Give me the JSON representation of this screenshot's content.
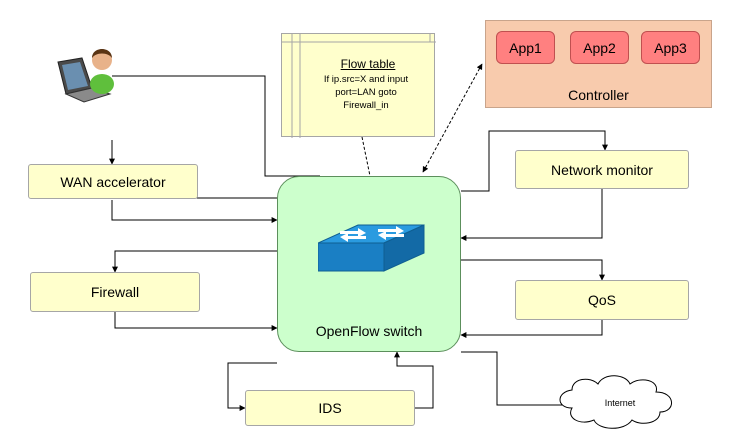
{
  "controller": {
    "label": "Controller",
    "apps": [
      "App1",
      "App2",
      "App3"
    ]
  },
  "flow_table": {
    "title": "Flow table",
    "rule": "If ip.src=X and input\nport=LAN goto\nFirewall_in"
  },
  "switch": {
    "label": "OpenFlow switch"
  },
  "middleboxes": {
    "wan_accelerator": "WAN accelerator",
    "firewall": "Firewall",
    "ids": "IDS",
    "network_monitor": "Network monitor",
    "qos": "QoS"
  },
  "internet": {
    "label": "Internet"
  },
  "colors": {
    "box_fill": "#ffffcc",
    "controller_fill": "#f8cbad",
    "app_fill": "#ff8080",
    "switch_fill": "#ccffcc",
    "switch_icon": "#1f8fd6"
  },
  "icons": [
    "laptop-user-icon",
    "network-switch-icon",
    "cloud-icon"
  ]
}
